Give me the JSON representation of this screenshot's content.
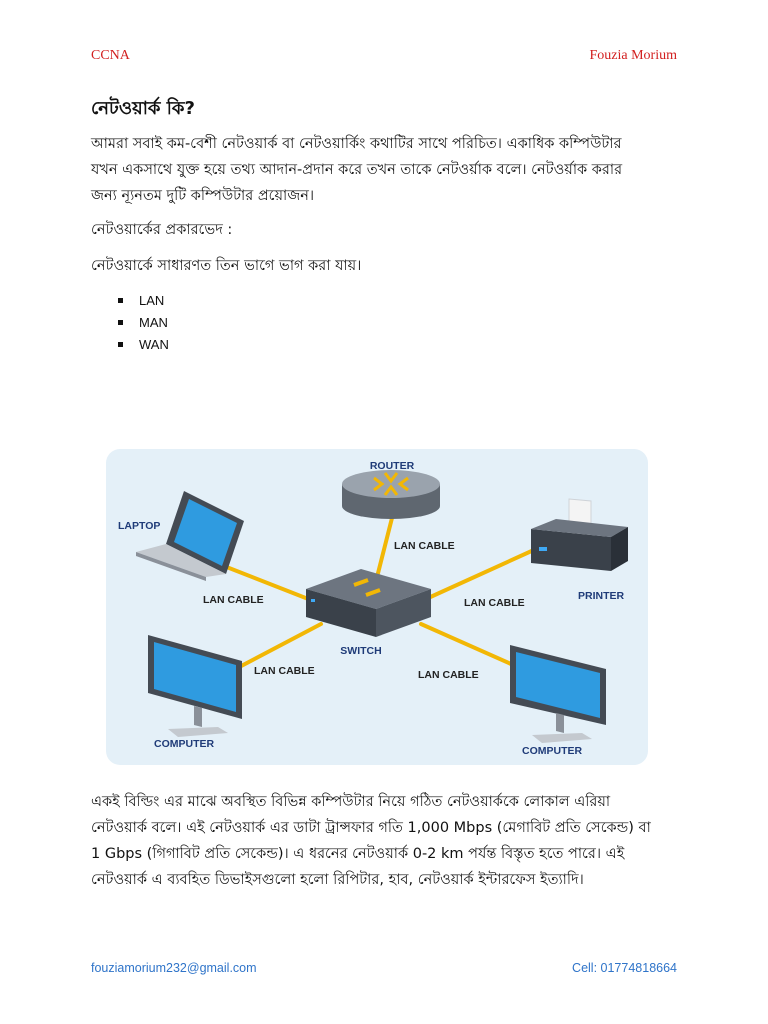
{
  "header": {
    "left": "CCNA",
    "right": "Fouzia Morium"
  },
  "heading": "নেটওয়ার্ক কি?",
  "paragraphs": {
    "intro_line1": "আমরা সবাই কম-বেশী নেটওয়ার্ক বা নেটওয়ার্কিং কথাটির সাথে পরিচিত। একাধিক কম্পিউটার",
    "intro_line2": "যখন একসাথে যুক্ত হয়ে তথ্য আদান-প্রদান করে তখন তাকে নেটওর্য়াক বলে। নেটওর্য়াক করার",
    "intro_line3": "জন্য ন্যূনতম দুটি কম্পিউটার প্রয়োজন।",
    "types_title": "নেটওয়ার্কের প্রকারভেদ :",
    "types_intro": "নেটওয়ার্কে সাধারণত তিন ভাগে ভাগ করা যায়।",
    "lan_line1": "একই বিল্ডিং এর মাঝে অবস্থিত বিভিন্ন কম্পিউটার নিয়ে গঠিত নেটওয়ার্ককে লোকাল এরিয়া",
    "lan_line2": "নেটওয়ার্ক বলে। এই নেটওয়ার্ক এর ডাটা ট্রান্সফার গতি 1,000 Mbps (মেগাবিট প্রতি সেকেন্ড) বা",
    "lan_line3": "1 Gbps (গিগাবিট প্রতি সেকেন্ড)। এ ধরনের নেটওয়ার্ক 0-2 km পর্যন্ত বিস্তৃত হতে পারে। এই",
    "lan_line4": "নেটওয়ার্ক এ ব্যবহিত ডিভাইসগুলো হলো রিপিটার, হাব, নেটওয়ার্ক ইন্টারফেস ইত্যাদি।"
  },
  "network_types": [
    "LAN",
    "MAN",
    "WAN"
  ],
  "diagram": {
    "router": "ROUTER",
    "switch": "SWITCH",
    "laptop": "LAPTOP",
    "printer": "PRINTER",
    "computer_left": "COMPUTER",
    "computer_right": "COMPUTER",
    "cable_router": "LAN CABLE",
    "cable_laptop": "LAN CABLE",
    "cable_printer": "LAN CABLE",
    "cable_computer_left": "LAN CABLE",
    "cable_computer_right": "LAN CABLE"
  },
  "footer": {
    "email": "fouziamorium232@gmail.com",
    "cell": "Cell: 01774818664"
  },
  "colors": {
    "header": "#d21f1f",
    "footer": "#2f74c9",
    "diagram_bg": "#e4f0f8",
    "cable": "#f2b705",
    "label": "#1f3b78"
  }
}
